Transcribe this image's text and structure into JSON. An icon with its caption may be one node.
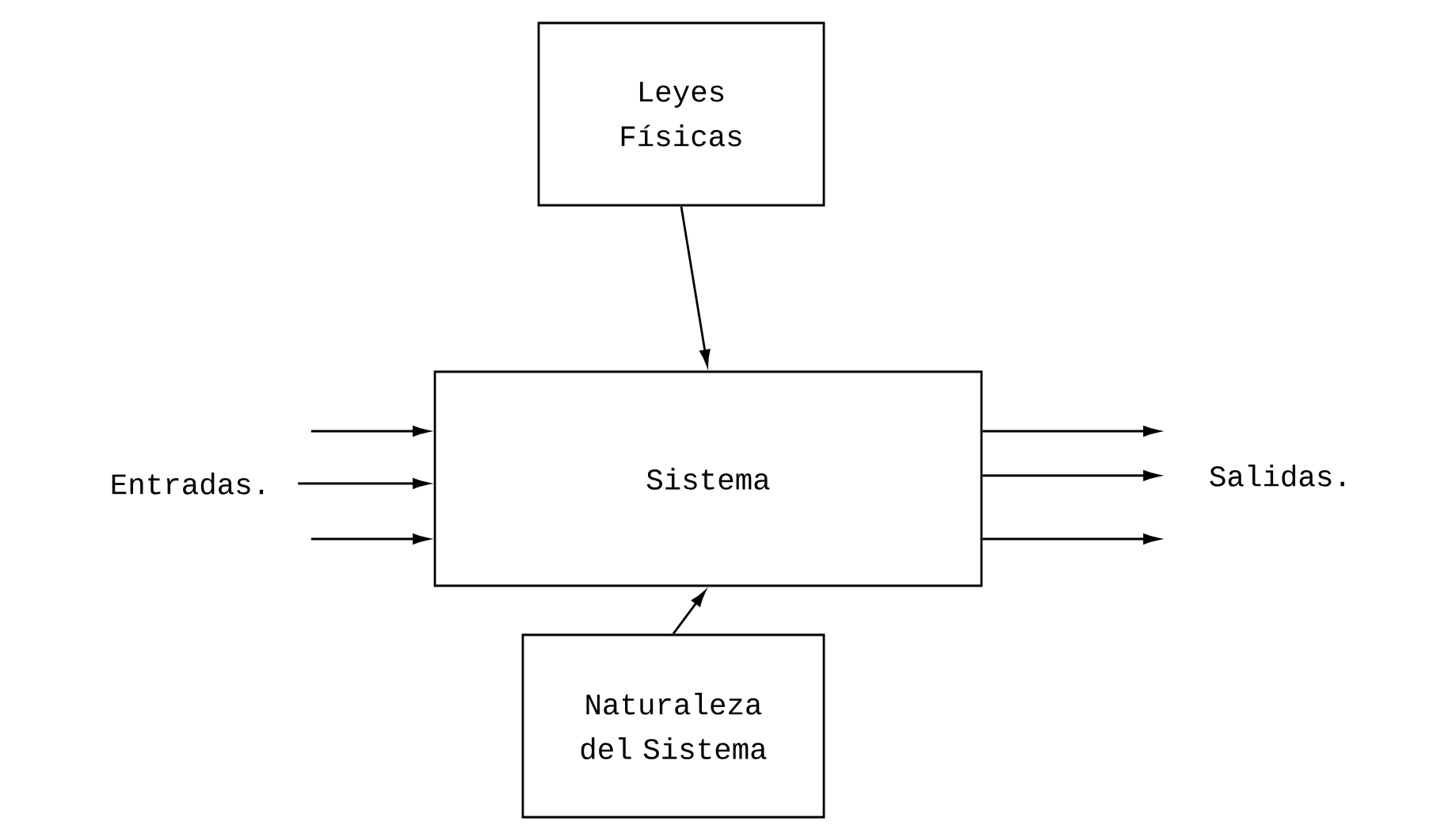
{
  "diagram": {
    "nodes": [
      {
        "text": [
          "Leyes Físicas"
        ]
      },
      {
        "text": [
          "Sistema"
        ]
      },
      {
        "text": [
          "Naturaleza del Sistema"
        ]
      },
      {
        "text": [
          "Entradas."
        ]
      },
      {
        "text": [
          "Salidas."
        ]
      }
    ],
    "edges": [
      {
        "from": 0,
        "to": 1,
        "arrow": "to"
      },
      {
        "from": 2,
        "to": 1,
        "arrow": "to"
      },
      {
        "from": 3,
        "to": 1,
        "arrow": "to"
      },
      {
        "from": 3,
        "to": 1,
        "arrow": "to"
      },
      {
        "from": 3,
        "to": 1,
        "arrow": "to"
      },
      {
        "from": 1,
        "to": 4,
        "arrow": "to"
      },
      {
        "from": 1,
        "to": 4,
        "arrow": "to"
      },
      {
        "from": 1,
        "to": 4,
        "arrow": "to"
      }
    ]
  }
}
